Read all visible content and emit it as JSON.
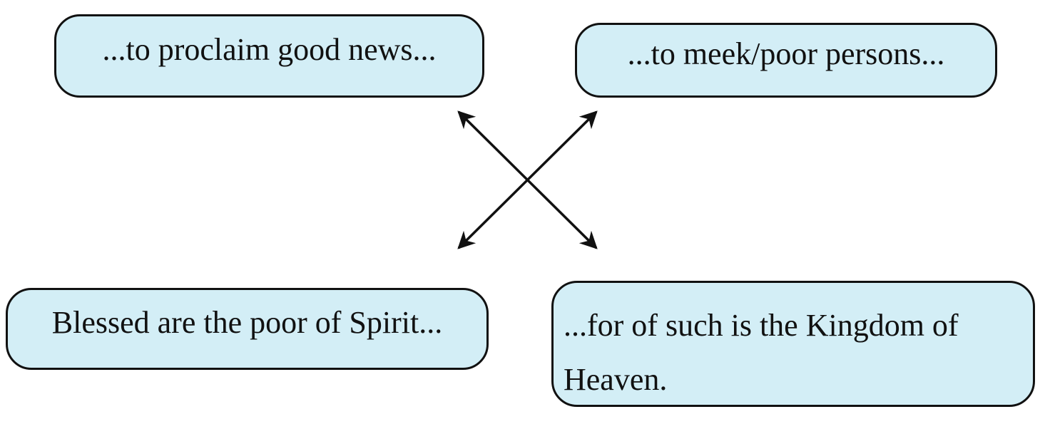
{
  "diagram": {
    "boxes": [
      {
        "text": "...to proclaim good news..."
      },
      {
        "text": "...to meek/poor persons..."
      },
      {
        "text": "Blessed are the poor of Spirit..."
      },
      {
        "text": "...for of such is the Kingdom of Heaven."
      }
    ],
    "colors": {
      "box_fill": "#d3eef6",
      "border": "#111111",
      "arrow": "#111111"
    },
    "connections": [
      {
        "from": "...to proclaim good news...",
        "to": "...for of such is the Kingdom of Heaven.",
        "type": "double-arrow"
      },
      {
        "from": "...to meek/poor persons...",
        "to": "Blessed are the poor of Spirit...",
        "type": "double-arrow"
      }
    ]
  }
}
